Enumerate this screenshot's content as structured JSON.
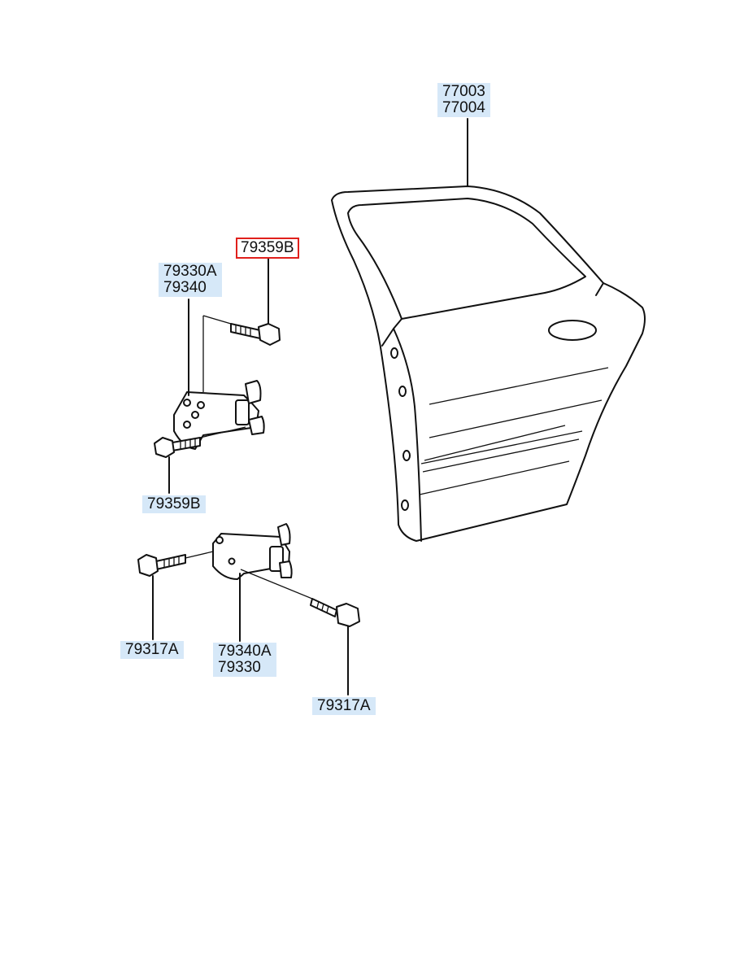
{
  "callouts": {
    "door": "77003\n77004",
    "bolt_top": "79359B",
    "hinge_upper": "79330A\n79340",
    "bolt_upper_left": "79359B",
    "bolt_lower_left": "79317A",
    "hinge_lower": "79340A\n79330",
    "bolt_lower_right": "79317A"
  },
  "selected_callout": "79359B",
  "colors": {
    "label_bg": "#d6e8f8",
    "selected_border": "#e0201c",
    "line": "#111111"
  }
}
